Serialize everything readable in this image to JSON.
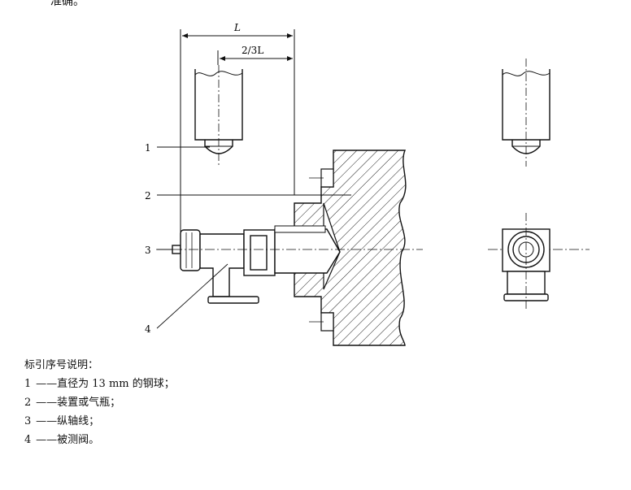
{
  "top_fragment": "准确。",
  "dimension_labels": {
    "L": "L",
    "two_thirds_L": "2/3L"
  },
  "callouts": [
    "1",
    "2",
    "3",
    "4"
  ],
  "legend": {
    "title": "标引序号说明：",
    "items": [
      {
        "num": "1",
        "dash": "——",
        "text": "直径为 13 mm 的钢球；"
      },
      {
        "num": "2",
        "dash": "——",
        "text": "装置或气瓶；"
      },
      {
        "num": "3",
        "dash": "——",
        "text": "纵轴线；"
      },
      {
        "num": "4",
        "dash": "——",
        "text": "被测阀。"
      }
    ]
  }
}
